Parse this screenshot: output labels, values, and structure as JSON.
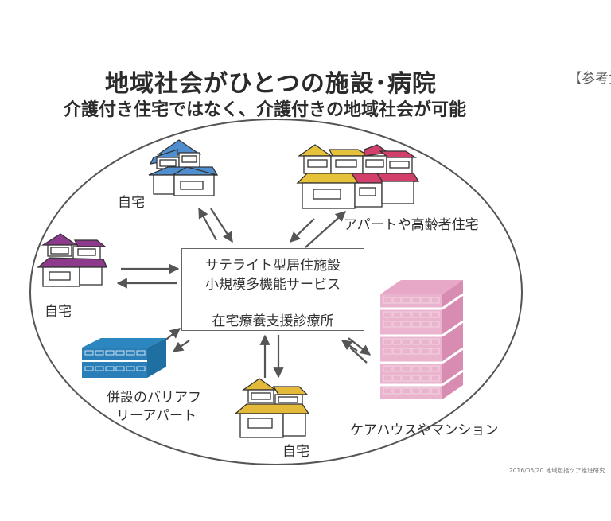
{
  "header": {
    "title": "地域社会がひとつの施設･病院",
    "subtitle": "介護付き住宅ではなく、介護付きの地域社会が可能",
    "ref_tag": "【参考資"
  },
  "center": {
    "line1": "サテライト型居住施設",
    "line2": "小規模多機能サービス",
    "line3": "在宅療養支援診療所"
  },
  "nodes": [
    {
      "label": "自宅",
      "icon": "house-icon",
      "color": "#4f8fd0"
    },
    {
      "label": "アパートや高齢者住宅",
      "icon": "apartment-houses-icon",
      "colors": [
        "#e6c23a",
        "#d23f6a"
      ]
    },
    {
      "label": "自宅",
      "icon": "house-icon",
      "color": "#8e3a8c"
    },
    {
      "label": "併設のバリアフリーアパート",
      "label_line1": "併設のバリアフ",
      "label_line2": "リーアパート",
      "icon": "low-apartment-building-icon",
      "color": "#1f7fb8"
    },
    {
      "label": "自宅",
      "icon": "house-icon",
      "color": "#e3b93a"
    },
    {
      "label": "ケアハウスやマンション",
      "icon": "tall-building-icon",
      "color": "#e7a3c4"
    }
  ],
  "footer": "2016/05/20  地域包括ケア推進研究"
}
